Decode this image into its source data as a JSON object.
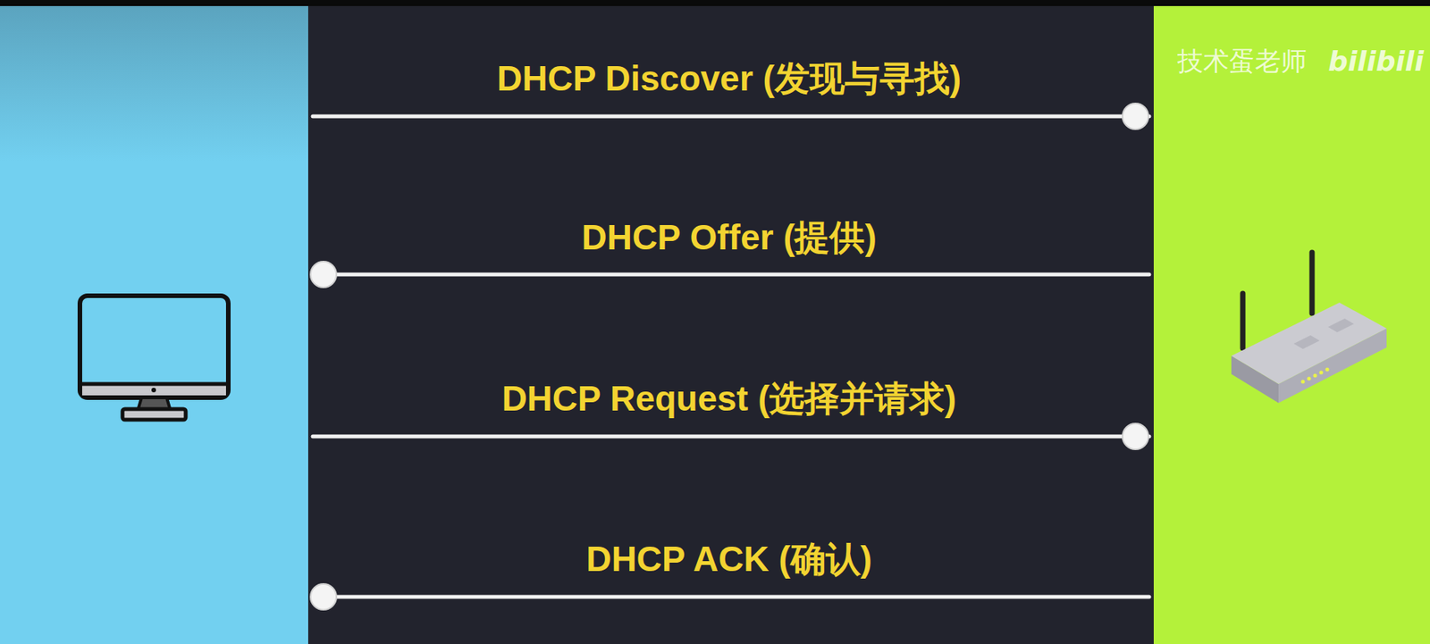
{
  "diagram": {
    "labels": [
      "DHCP Discover (发现与寻找)",
      "DHCP Offer (提供)",
      "DHCP Request (选择并请求)",
      "DHCP ACK (确认)",
      "技术蛋老师",
      "bilibili"
    ]
  }
}
